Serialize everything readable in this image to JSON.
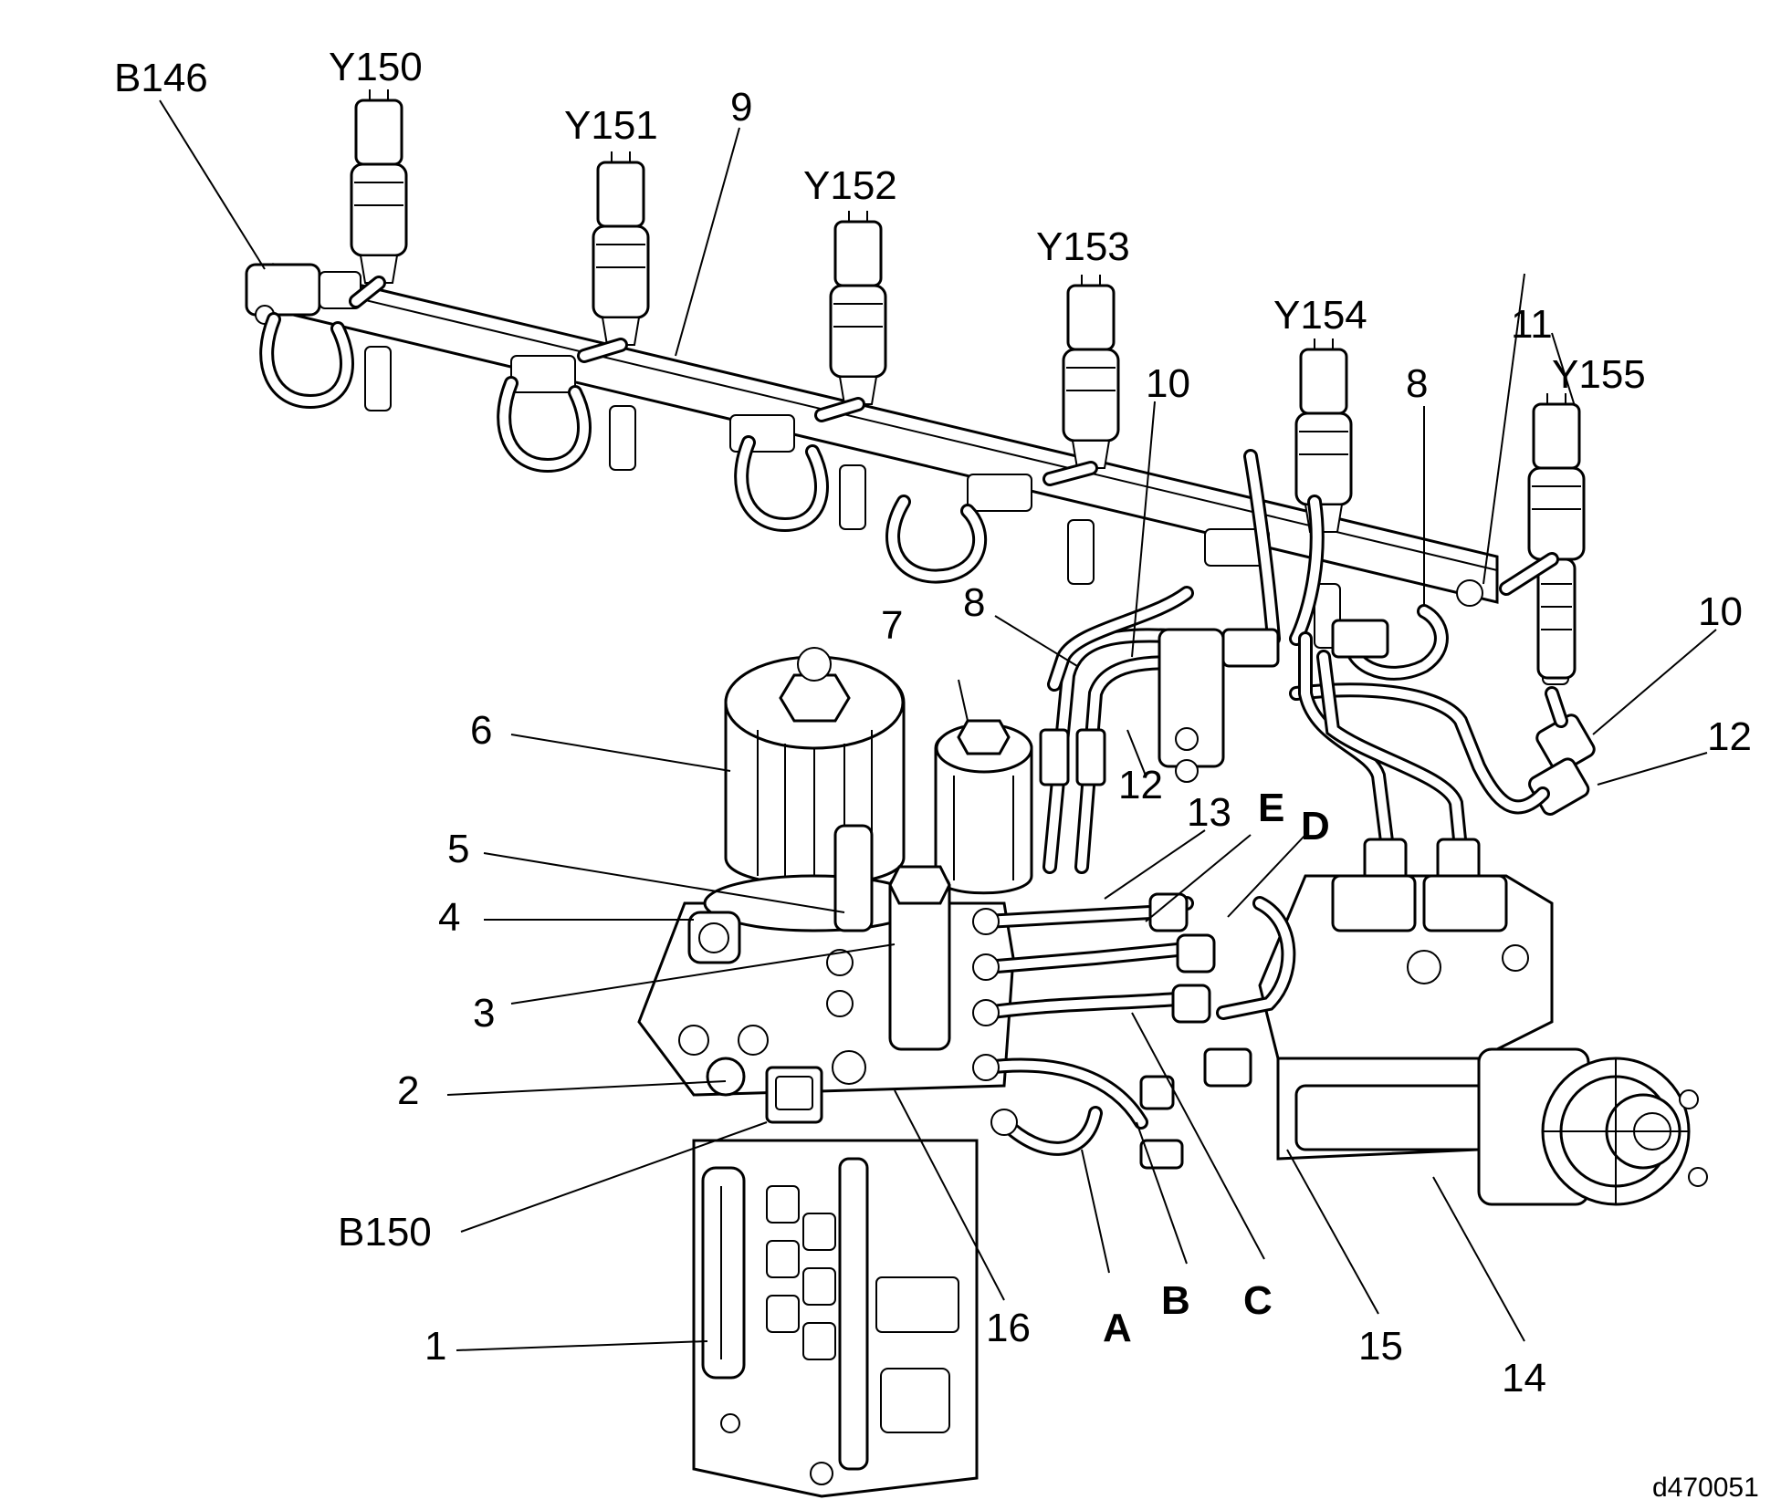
{
  "figure_id": "d470051",
  "callouts": {
    "B146": "B146",
    "Y150": "Y150",
    "Y151": "Y151",
    "Y152": "Y152",
    "Y153": "Y153",
    "Y154": "Y154",
    "Y155": "Y155",
    "n9": "9",
    "n11": "11",
    "n8_top": "8",
    "n10_top": "10",
    "n10_right": "10",
    "n12_right": "12",
    "n8_mid": "8",
    "n7": "7",
    "n6": "6",
    "n12_mid": "12",
    "n13": "13",
    "E": "E",
    "D": "D",
    "n5": "5",
    "n4": "4",
    "n3": "3",
    "n2": "2",
    "B150": "B150",
    "n1": "1",
    "n16": "16",
    "A": "A",
    "B": "B",
    "C": "C",
    "n15": "15",
    "n14": "14"
  }
}
